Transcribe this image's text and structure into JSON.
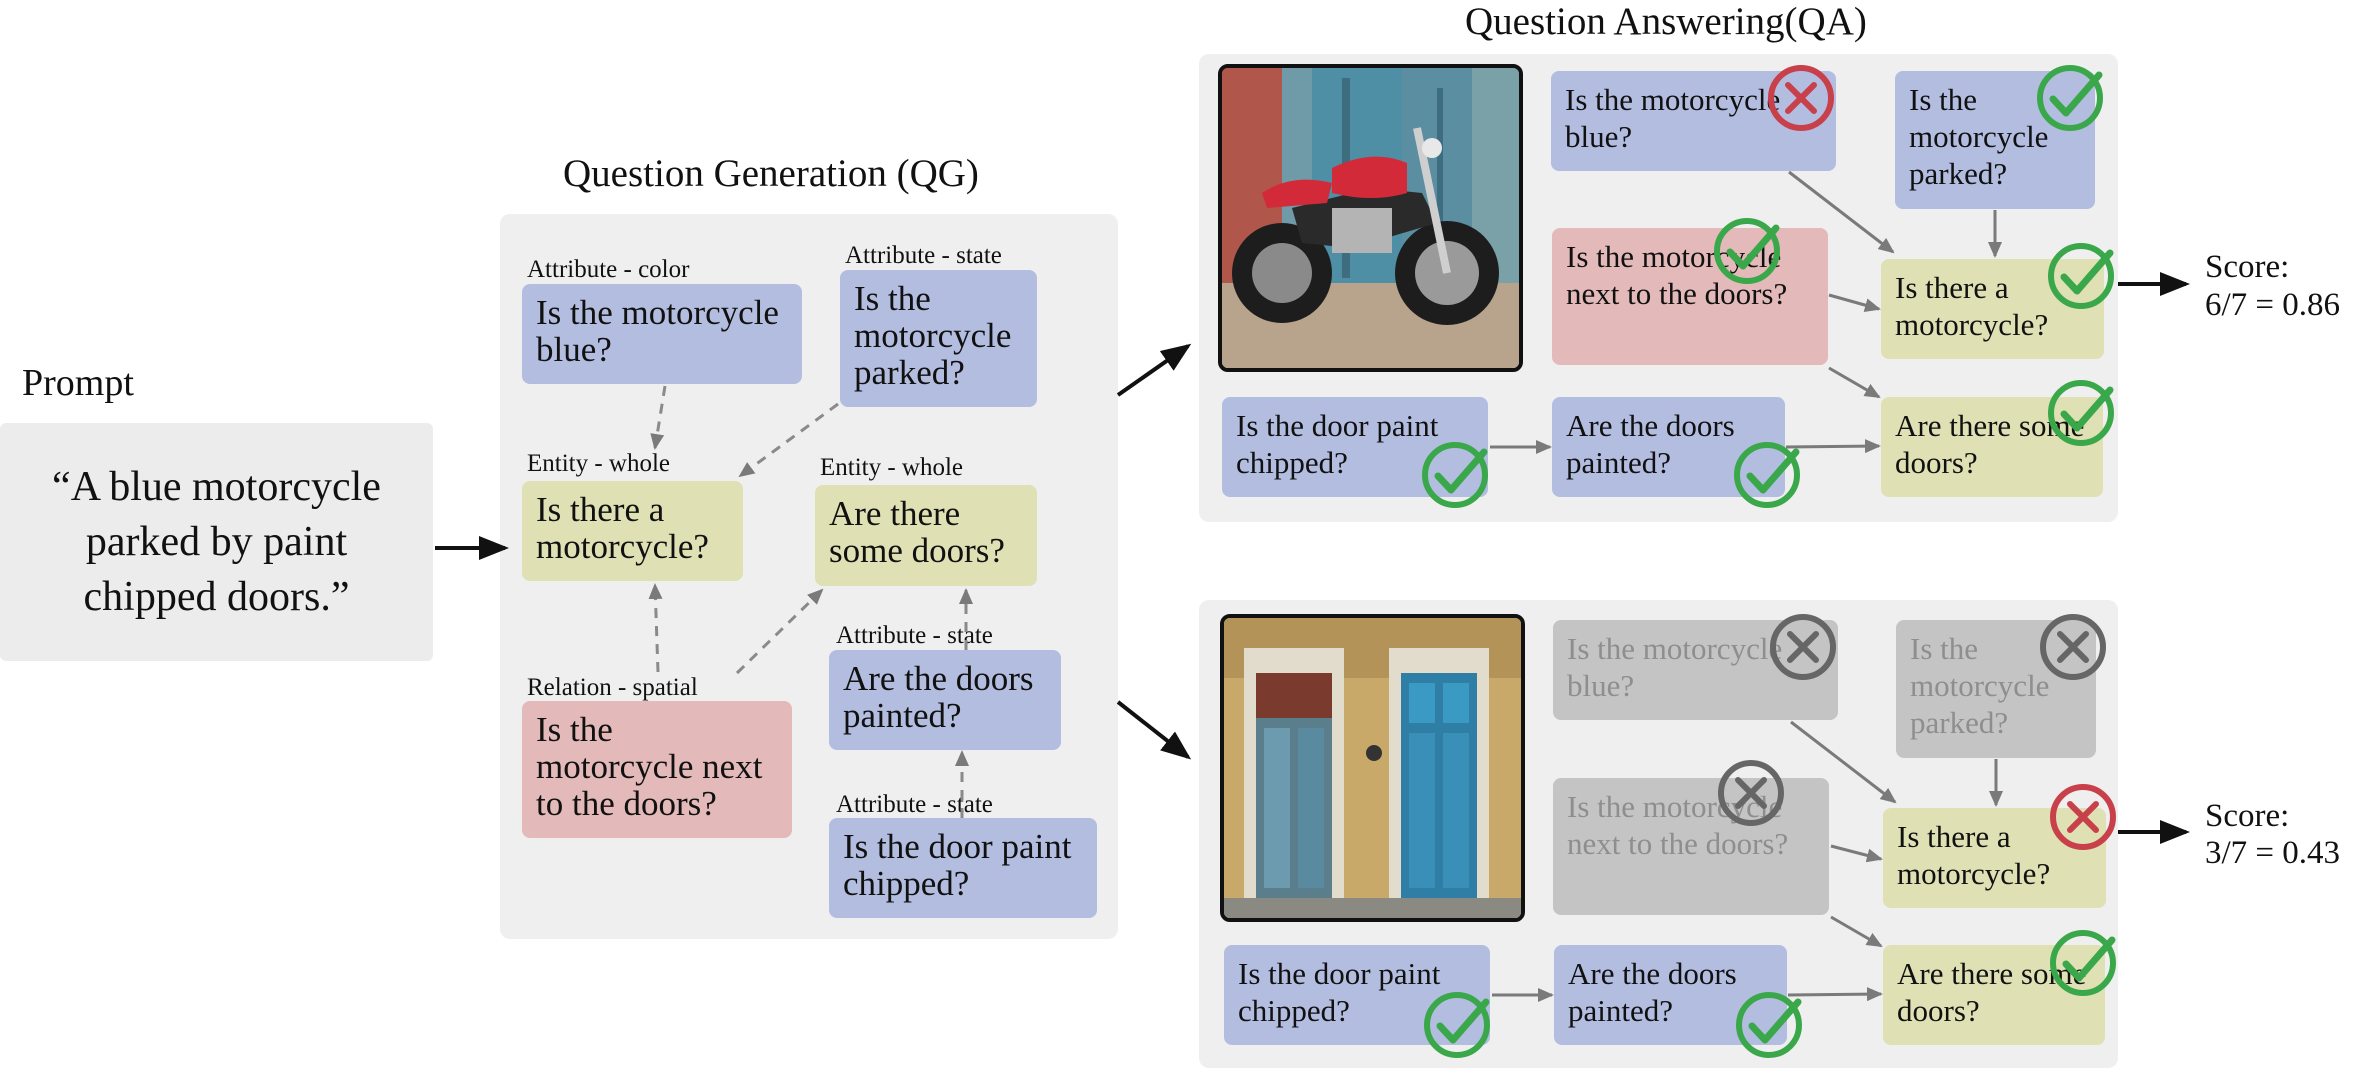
{
  "prompt": {
    "heading": "Prompt",
    "text": "“A blue motorcycle parked by paint chipped doors.”"
  },
  "qg": {
    "title": "Question Generation (QG)",
    "nodes": [
      {
        "label": "Attribute - color",
        "question": "Is the motorcycle blue?"
      },
      {
        "label": "Attribute - state",
        "question": "Is the motorcycle parked?"
      },
      {
        "label": "Entity - whole",
        "question": "Is there a motorcycle?"
      },
      {
        "label": "Entity - whole",
        "question": "Are there some doors?"
      },
      {
        "label": "Relation - spatial",
        "question": "Is the motorcycle next to the doors?"
      },
      {
        "label": "Attribute - state",
        "question": "Are the doors painted?"
      },
      {
        "label": "Attribute - state",
        "question": "Is the door paint chipped?"
      }
    ]
  },
  "qa": {
    "title": "Question Answering(QA)",
    "examples": [
      {
        "image": "red-motorcycle-photo",
        "score_label": "Score:",
        "score_value": "6/7 = 0.86",
        "answers": [
          {
            "question": "Is the motorcycle blue?",
            "result": "wrong"
          },
          {
            "question": "Is the motorcycle parked?",
            "result": "correct"
          },
          {
            "question": "Is the motorcycle next to the doors?",
            "result": "correct"
          },
          {
            "question": "Is there a motorcycle?",
            "result": "correct"
          },
          {
            "question": "Is the door paint chipped?",
            "result": "correct"
          },
          {
            "question": "Are the doors painted?",
            "result": "correct"
          },
          {
            "question": "Are there some doors?",
            "result": "correct"
          }
        ]
      },
      {
        "image": "blue-doors-photo",
        "score_label": "Score:",
        "score_value": "3/7 = 0.43",
        "answers": [
          {
            "question": "Is the motorcycle blue?",
            "result": "skipped"
          },
          {
            "question": "Is the motorcycle parked?",
            "result": "skipped"
          },
          {
            "question": "Is the motorcycle next to the doors?",
            "result": "skipped"
          },
          {
            "question": "Is there a motorcycle?",
            "result": "wrong"
          },
          {
            "question": "Is the door paint chipped?",
            "result": "correct"
          },
          {
            "question": "Are the doors painted?",
            "result": "correct"
          },
          {
            "question": "Are there some doors?",
            "result": "correct"
          }
        ]
      }
    ]
  },
  "colors": {
    "attribute": "#b3bde0",
    "entity": "#dfe0b4",
    "relation": "#e3b9b9",
    "skipped": "#c4c4c4",
    "correct": "#3aa84a",
    "wrong": "#c8404a",
    "skipped_mark": "#666666"
  }
}
